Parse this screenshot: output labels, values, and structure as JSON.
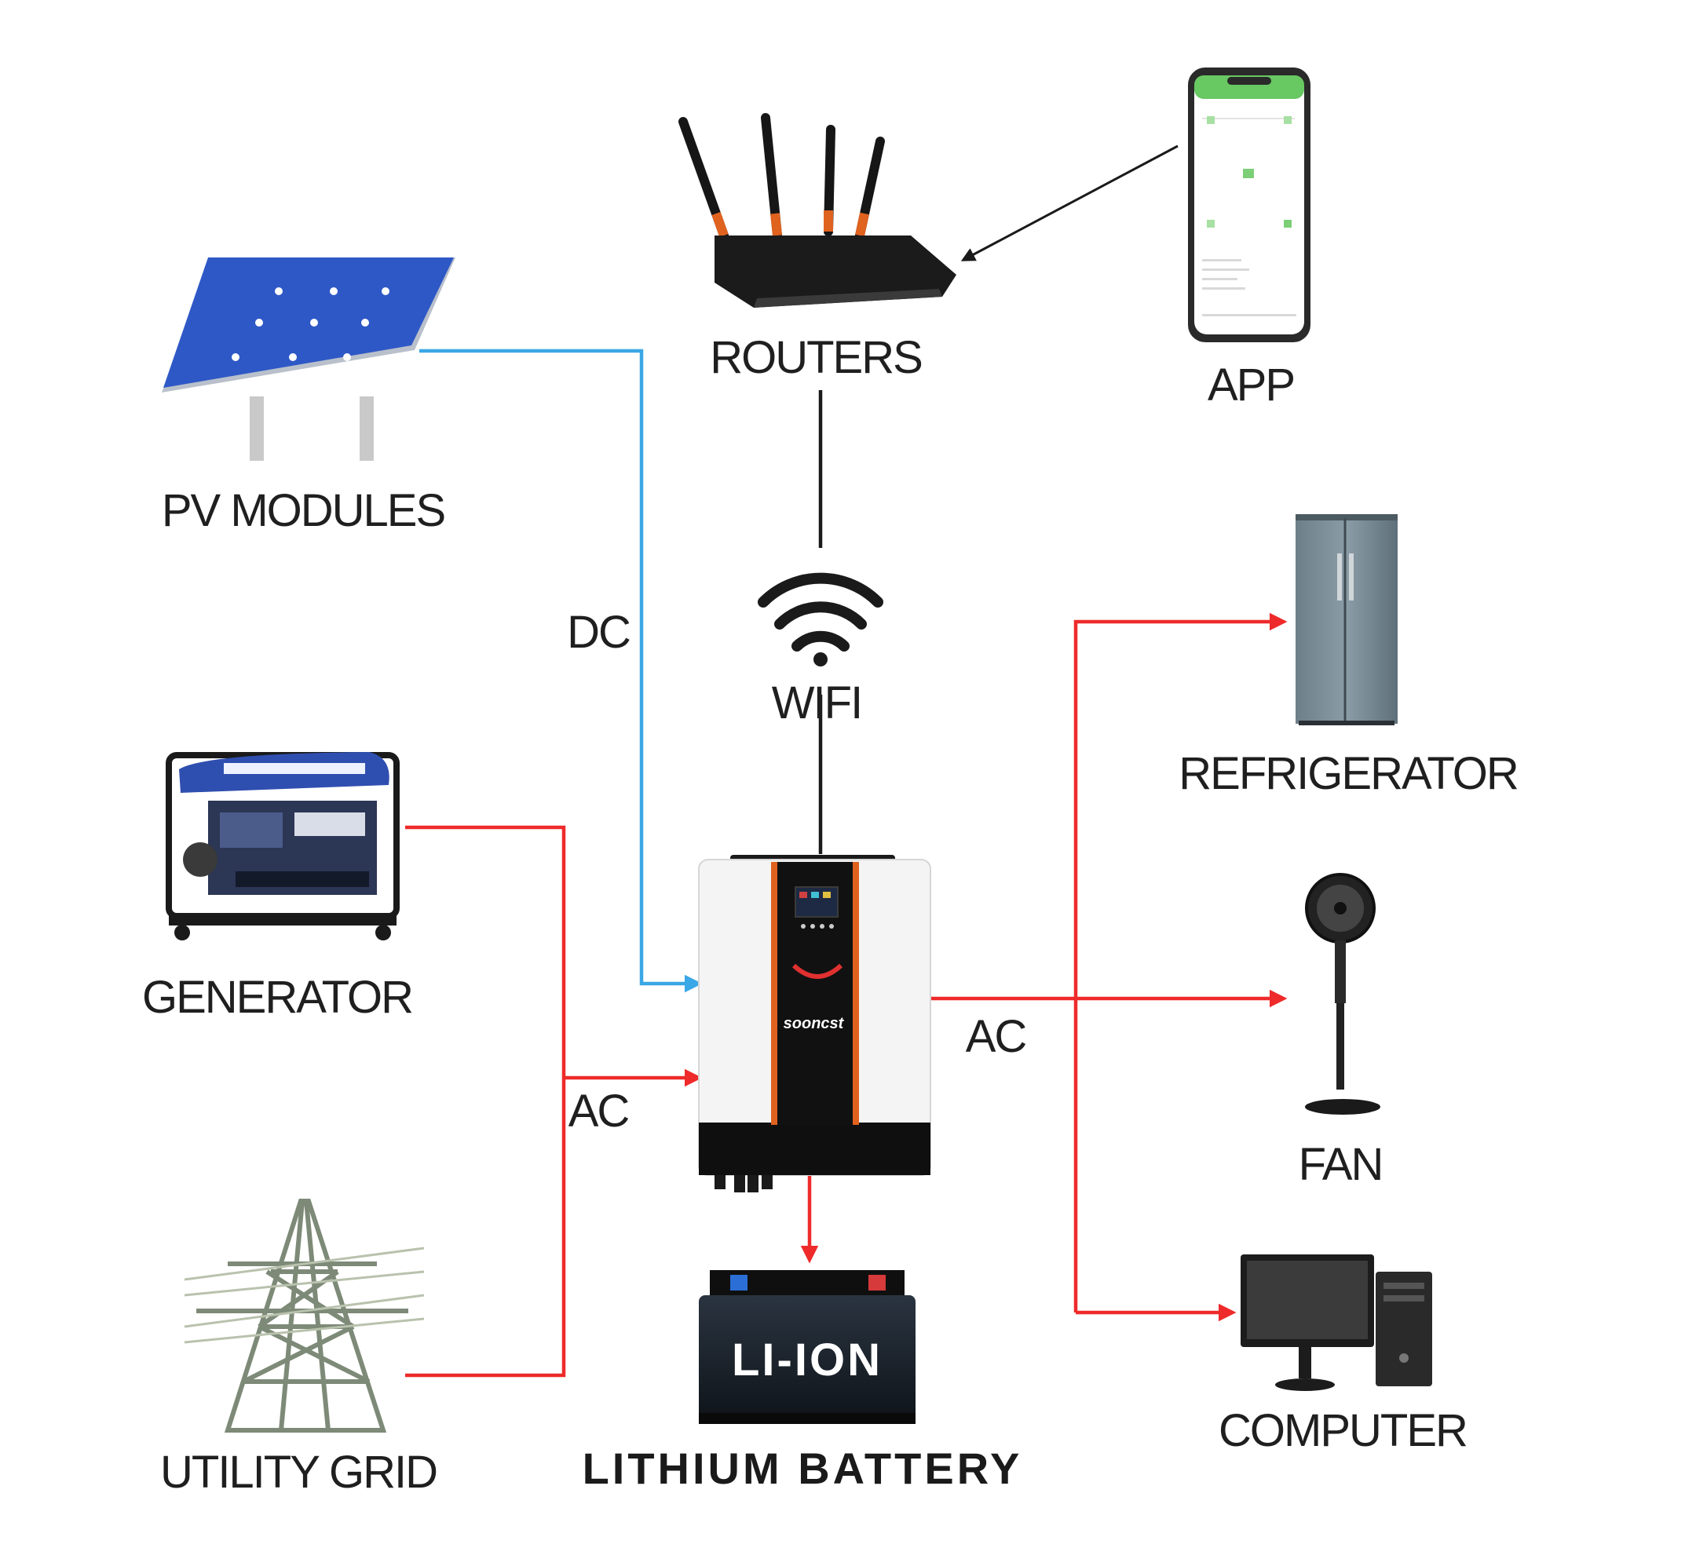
{
  "labels": {
    "routers": "ROUTERS",
    "app": "APP",
    "pv": "PV MODULES",
    "dc": "DC",
    "wifi": "WIFI",
    "generator": "GENERATOR",
    "ac_in": "AC",
    "ac_out": "AC",
    "utility": "UTILITY GRID",
    "refrigerator": "REFRIGERATOR",
    "fan": "FAN",
    "computer": "COMPUTER",
    "battery_caption": "LITHIUM BATTERY",
    "battery_face": "LI-ION",
    "brand": "sooncst"
  },
  "colors": {
    "ac_line": "#ee2a2a",
    "dc_line": "#3aa7e6",
    "data_line": "#1a1a1a",
    "inverter_accent": "#e0621f"
  },
  "icons": [
    "solar-panel-icon",
    "router-icon",
    "smartphone-icon",
    "wifi-icon",
    "generator-icon",
    "transmission-tower-icon",
    "inverter-icon",
    "battery-icon",
    "refrigerator-icon",
    "fan-icon",
    "computer-icon"
  ]
}
